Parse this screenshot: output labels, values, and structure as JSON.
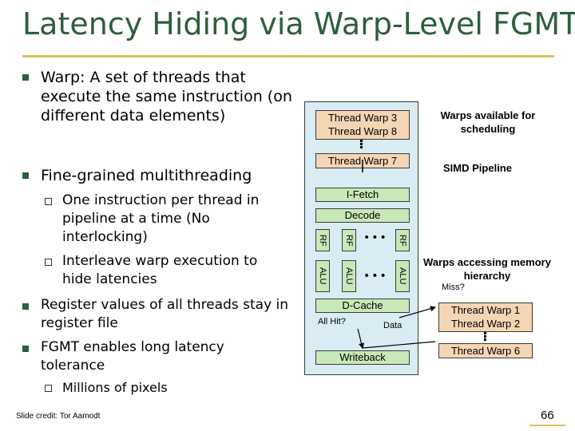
{
  "slide": {
    "title": "Latency Hiding via Warp-Level FGMT",
    "page_number": "66",
    "credit": "Slide credit: Tor Aamodt"
  },
  "bullets": [
    {
      "text": "Warp: A set of threads that execute the same instruction (on different data elements)"
    },
    {
      "text": "Fine-grained multithreading",
      "sub": [
        "One instruction per thread in pipeline at a time (No interlocking)",
        "Interleave warp execution to hide latencies"
      ]
    },
    {
      "text": "Register values of all threads stay in register file"
    },
    {
      "text": "FGMT enables long latency tolerance",
      "sub": [
        "Millions of pixels"
      ]
    }
  ],
  "diagram": {
    "warps_top": [
      "Thread Warp 3",
      "Thread Warp 8",
      "Thread Warp 7"
    ],
    "pipeline": {
      "ifetch": "I-Fetch",
      "decode": "Decode",
      "rf": "RF",
      "alu": "ALU",
      "dcache": "D-Cache",
      "all_hit": "All Hit?",
      "data": "Data",
      "writeback": "Writeback"
    },
    "labels": {
      "available": "Warps available for scheduling",
      "simd": "SIMD Pipeline",
      "accessing": "Warps accessing memory hierarchy",
      "miss": "Miss?"
    },
    "warps_bottom": [
      "Thread Warp 1",
      "Thread Warp 2",
      "Thread Warp 6"
    ]
  },
  "colors": {
    "title": "#2e5f3a",
    "rule": "#d3c55a",
    "warp_box": "#f5d6b4",
    "stage_box": "#c8e8b8",
    "pipeline_bg": "#d9ecf4"
  }
}
